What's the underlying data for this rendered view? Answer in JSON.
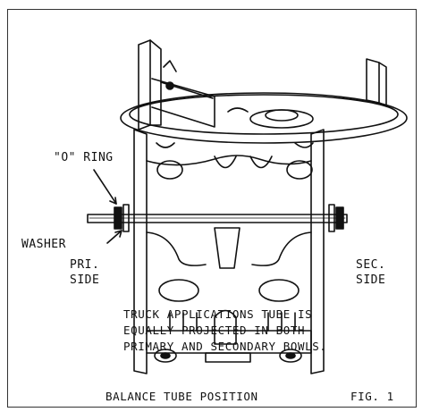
{
  "labels": {
    "o_ring": "\"O\" RING",
    "washer": "WASHER",
    "pri_line1": "PRI.",
    "pri_line2": "SIDE",
    "sec_line1": "SEC.",
    "sec_line2": "SIDE"
  },
  "note": {
    "line1": "TRUCK APPLICATIONS TUBE IS",
    "line2": "EQUALLY PROJECTED IN BOTH",
    "line3": "PRIMARY AND SECONDARY BOWLS."
  },
  "footer": {
    "title": "BALANCE TUBE POSITION",
    "figure": "FIG. 1"
  },
  "colors": {
    "ink": "#111111",
    "paper": "#ffffff"
  }
}
